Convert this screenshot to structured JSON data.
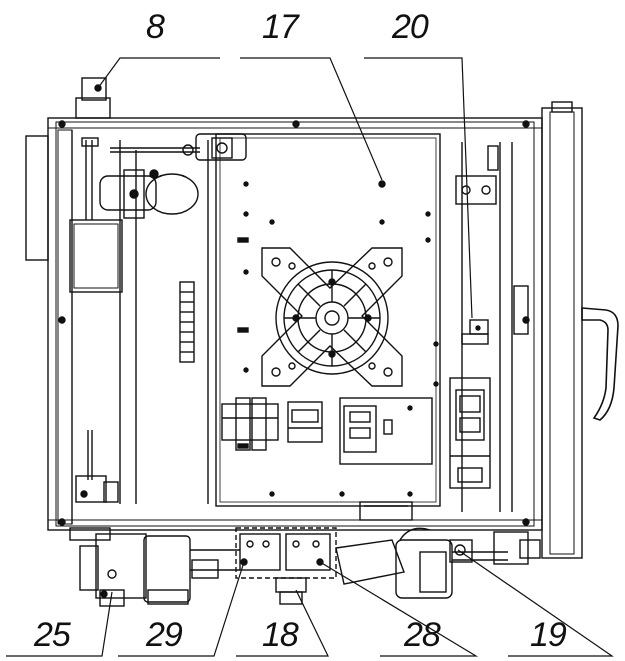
{
  "callouts": {
    "c8": "8",
    "c17": "17",
    "c20": "20",
    "c25": "25",
    "c29": "29",
    "c18": "18",
    "c28": "28",
    "c19": "19"
  },
  "colors": {
    "line": "#111111",
    "background": "#ffffff"
  }
}
